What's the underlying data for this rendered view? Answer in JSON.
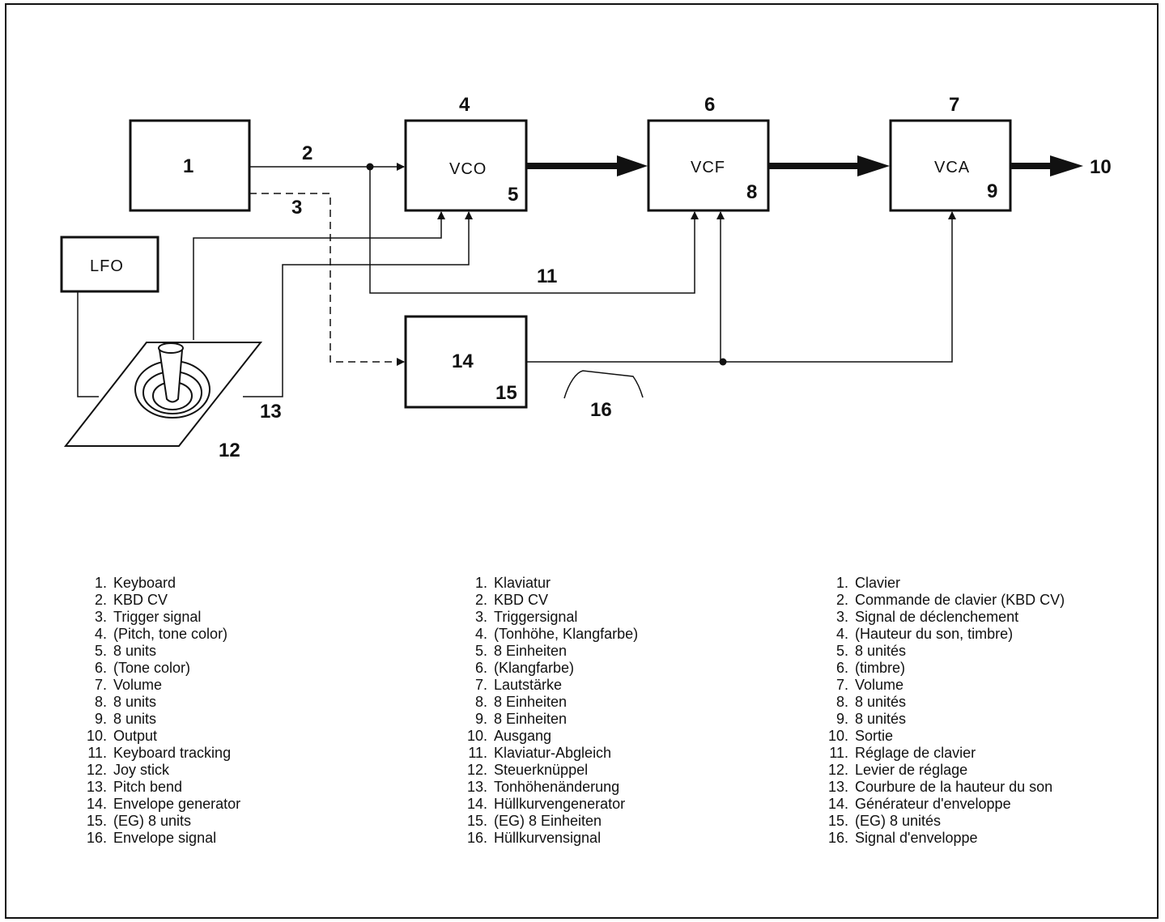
{
  "diagram": {
    "numbers": {
      "n1": "1",
      "n2": "2",
      "n3": "3",
      "n4": "4",
      "n5": "5",
      "n6": "6",
      "n7": "7",
      "n8": "8",
      "n9": "9",
      "n10": "10",
      "n11": "11",
      "n12": "12",
      "n13": "13",
      "n14": "14",
      "n15": "15",
      "n16": "16"
    },
    "blocks": {
      "vco": "VCO",
      "vcf": "VCF",
      "vca": "VCA",
      "lfo": "LFO"
    }
  },
  "legend": {
    "english": [
      {
        "num": "1.",
        "text": "Keyboard"
      },
      {
        "num": "2.",
        "text": "KBD CV"
      },
      {
        "num": "3.",
        "text": "Trigger signal"
      },
      {
        "num": "4.",
        "text": "(Pitch, tone color)"
      },
      {
        "num": "5.",
        "text": "8 units"
      },
      {
        "num": "6.",
        "text": "(Tone color)"
      },
      {
        "num": "7.",
        "text": "Volume"
      },
      {
        "num": "8.",
        "text": "8 units"
      },
      {
        "num": "9.",
        "text": "8 units"
      },
      {
        "num": "10.",
        "text": "Output"
      },
      {
        "num": "11.",
        "text": "Keyboard tracking"
      },
      {
        "num": "12.",
        "text": "Joy stick"
      },
      {
        "num": "13.",
        "text": "Pitch bend"
      },
      {
        "num": "14.",
        "text": "Envelope generator"
      },
      {
        "num": "15.",
        "text": "(EG) 8 units"
      },
      {
        "num": "16.",
        "text": "Envelope signal"
      }
    ],
    "german": [
      {
        "num": "1.",
        "text": "Klaviatur"
      },
      {
        "num": "2.",
        "text": "KBD CV"
      },
      {
        "num": "3.",
        "text": "Triggersignal"
      },
      {
        "num": "4.",
        "text": "(Tonhöhe, Klangfarbe)"
      },
      {
        "num": "5.",
        "text": "8 Einheiten"
      },
      {
        "num": "6.",
        "text": "(Klangfarbe)"
      },
      {
        "num": "7.",
        "text": "Lautstärke"
      },
      {
        "num": "8.",
        "text": "8 Einheiten"
      },
      {
        "num": "9.",
        "text": "8 Einheiten"
      },
      {
        "num": "10.",
        "text": "Ausgang"
      },
      {
        "num": "11.",
        "text": "Klaviatur-Abgleich"
      },
      {
        "num": "12.",
        "text": "Steuerknüppel"
      },
      {
        "num": "13.",
        "text": "Tonhöhenänderung"
      },
      {
        "num": "14.",
        "text": "Hüllkurvengenerator"
      },
      {
        "num": "15.",
        "text": "(EG) 8 Einheiten"
      },
      {
        "num": "16.",
        "text": "Hüllkurvensignal"
      }
    ],
    "french": [
      {
        "num": "1.",
        "text": "Clavier"
      },
      {
        "num": "2.",
        "text": "Commande de clavier (KBD CV)"
      },
      {
        "num": "3.",
        "text": "Signal de déclenchement"
      },
      {
        "num": "4.",
        "text": "(Hauteur du son, timbre)"
      },
      {
        "num": "5.",
        "text": "8 unités"
      },
      {
        "num": "6.",
        "text": "(timbre)"
      },
      {
        "num": "7.",
        "text": "Volume"
      },
      {
        "num": "8.",
        "text": "8 unités"
      },
      {
        "num": "9.",
        "text": "8 unités"
      },
      {
        "num": "10.",
        "text": "Sortie"
      },
      {
        "num": "11.",
        "text": "Réglage de clavier"
      },
      {
        "num": "12.",
        "text": "Levier de réglage"
      },
      {
        "num": "13.",
        "text": "Courbure de la hauteur du son"
      },
      {
        "num": "14.",
        "text": "Générateur d'enveloppe"
      },
      {
        "num": "15.",
        "text": "(EG) 8 unités"
      },
      {
        "num": "16.",
        "text": "Signal d'enveloppe"
      }
    ]
  }
}
